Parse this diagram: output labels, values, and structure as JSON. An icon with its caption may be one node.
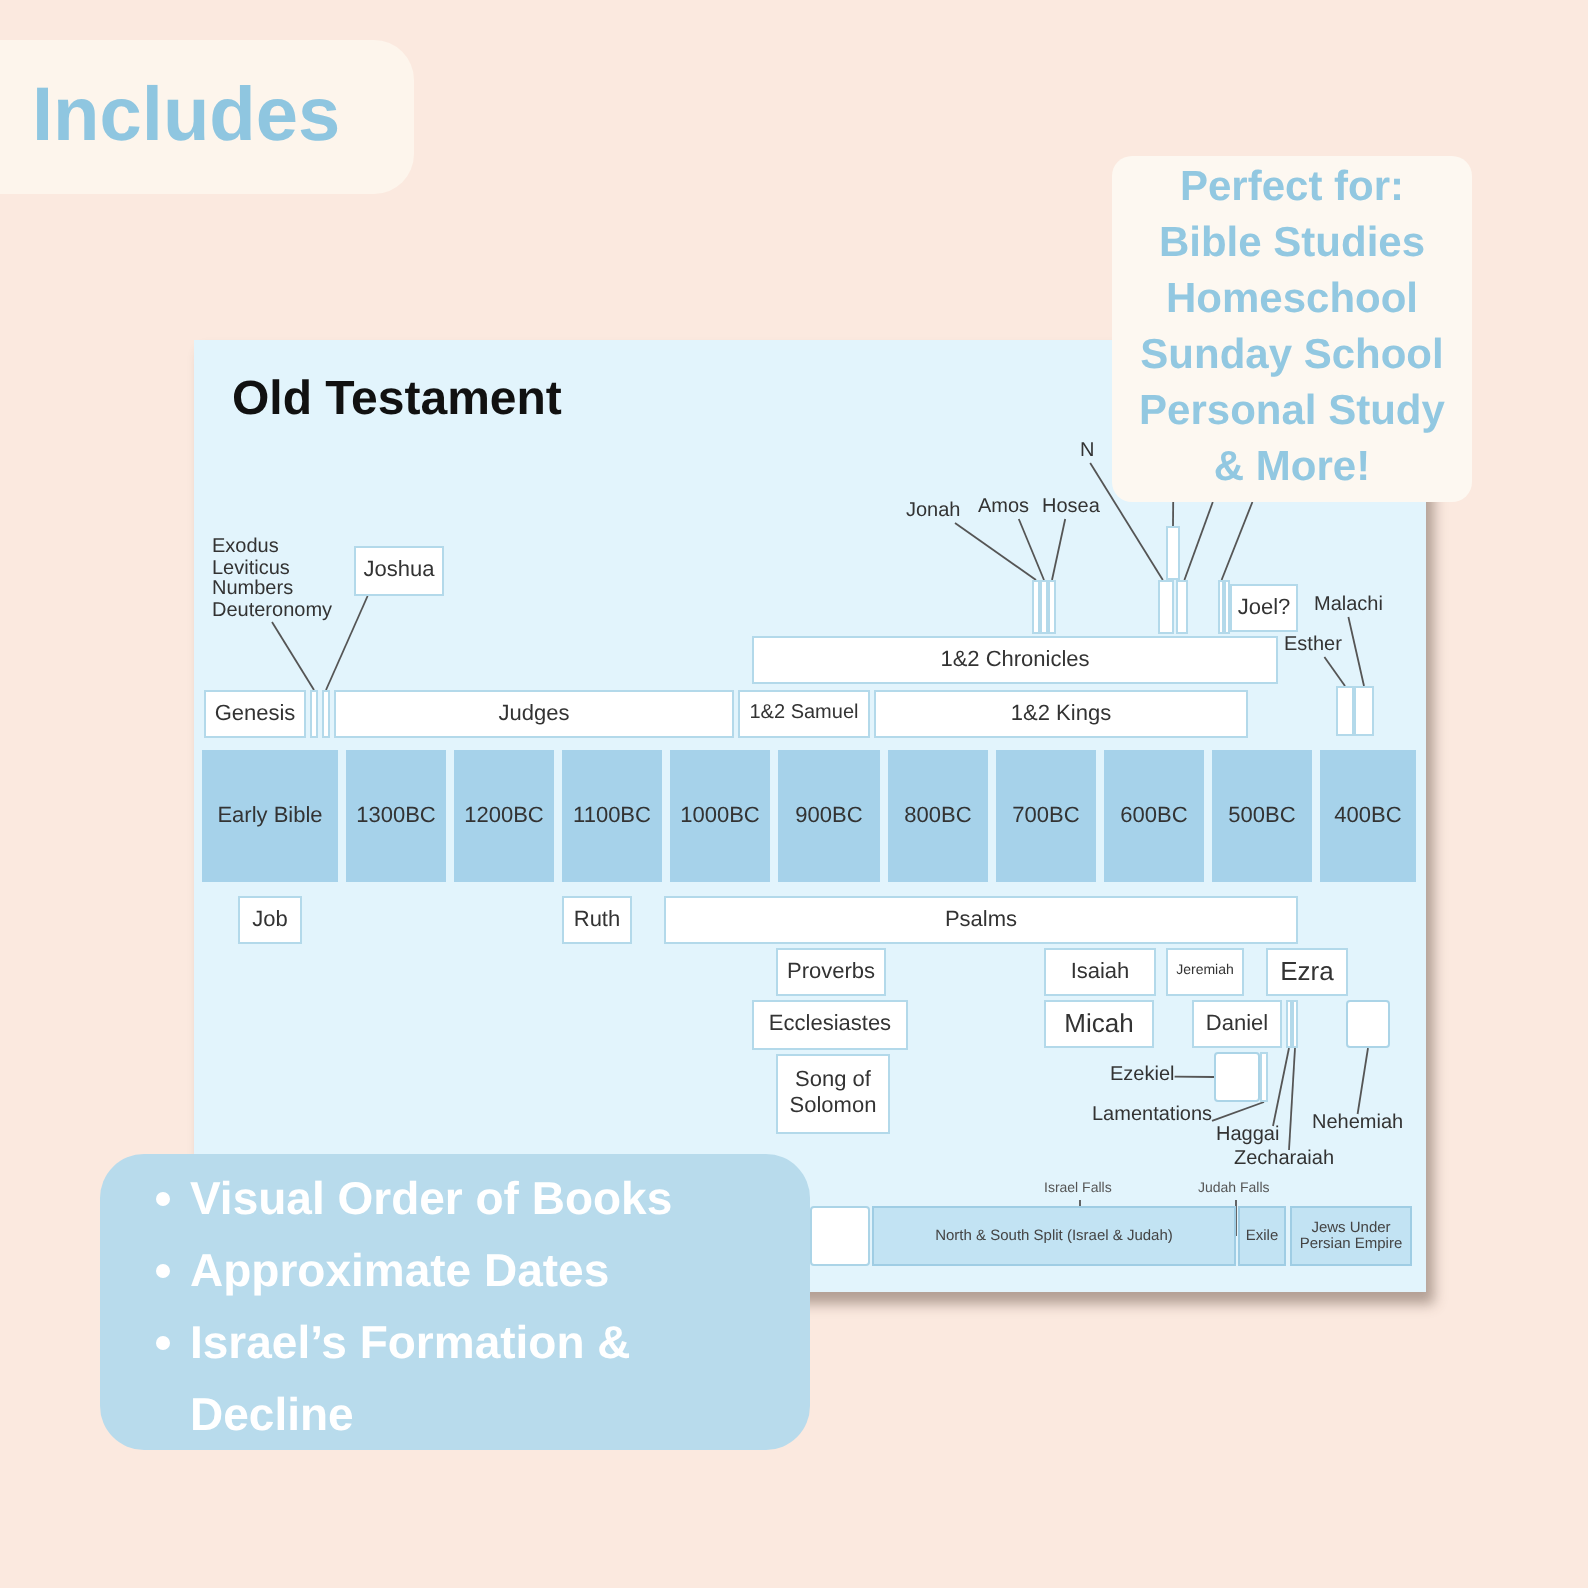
{
  "diagram": {
    "nodes": [
      {
        "text": [
          "Includes"
        ]
      },
      {
        "text": [
          "Perfect for:",
          "Bible Studies",
          "Homeschool",
          "Sunday School",
          "Personal Study",
          "& More!"
        ]
      },
      {
        "text": [
          "Old Testament"
        ]
      },
      {
        "text": [
          "N"
        ],
        "in": 2
      },
      {
        "text": [
          "Jonah"
        ],
        "in": 2
      },
      {
        "text": [
          "Amos"
        ],
        "in": 2
      },
      {
        "text": [
          "Hosea"
        ],
        "in": 2
      },
      {
        "text": [
          "Exodus",
          "Leviticus",
          "Numbers",
          "Deuteronomy"
        ],
        "in": 2
      },
      {
        "text": [
          "Joshua"
        ],
        "in": 2
      },
      {
        "text": [],
        "shape": "bar",
        "in": 2
      },
      {
        "text": [],
        "shape": "bar",
        "in": 2
      },
      {
        "text": [],
        "shape": "bar",
        "in": 2
      },
      {
        "text": [],
        "shape": "bar",
        "in": 2
      },
      {
        "text": [],
        "shape": "bar",
        "in": 2
      },
      {
        "text": [],
        "shape": "bar",
        "in": 2
      },
      {
        "text": [],
        "shape": "bar",
        "in": 2
      },
      {
        "text": [],
        "shape": "bar",
        "in": 2
      },
      {
        "text": [
          "Joel?"
        ],
        "in": 2
      },
      {
        "text": [
          "Malachi"
        ],
        "in": 2
      },
      {
        "text": [
          "1&2 Chronicles"
        ],
        "in": 2
      },
      {
        "text": [
          "Esther"
        ],
        "in": 2
      },
      {
        "text": [
          "Genesis"
        ],
        "in": 2
      },
      {
        "text": [],
        "shape": "bar",
        "in": 2
      },
      {
        "text": [],
        "shape": "bar",
        "in": 2
      },
      {
        "text": [
          "Judges"
        ],
        "in": 2
      },
      {
        "text": [
          "1&2 Samuel"
        ],
        "in": 2
      },
      {
        "text": [
          "1&2 Kings"
        ],
        "in": 2
      },
      {
        "text": [],
        "shape": "bar",
        "in": 2
      },
      {
        "text": [],
        "shape": "bar",
        "in": 2
      },
      {
        "text": [
          "Early Bible"
        ],
        "in": 2
      },
      {
        "text": [
          "1300BC"
        ],
        "in": 2
      },
      {
        "text": [
          "1200BC"
        ],
        "in": 2
      },
      {
        "text": [
          "1100BC"
        ],
        "in": 2
      },
      {
        "text": [
          "1000BC"
        ],
        "in": 2
      },
      {
        "text": [
          "900BC"
        ],
        "in": 2
      },
      {
        "text": [
          "800BC"
        ],
        "in": 2
      },
      {
        "text": [
          "700BC"
        ],
        "in": 2
      },
      {
        "text": [
          "600BC"
        ],
        "in": 2
      },
      {
        "text": [
          "500BC"
        ],
        "in": 2
      },
      {
        "text": [
          "400BC"
        ],
        "in": 2
      },
      {
        "text": [
          "Job"
        ],
        "in": 2
      },
      {
        "text": [
          "Ruth"
        ],
        "in": 2
      },
      {
        "text": [
          "Psalms"
        ],
        "in": 2
      },
      {
        "text": [
          "Proverbs"
        ],
        "in": 2
      },
      {
        "text": [
          "Isaiah"
        ],
        "in": 2
      },
      {
        "text": [
          "Jeremiah"
        ],
        "in": 2
      },
      {
        "text": [
          "Ezra"
        ],
        "in": 2
      },
      {
        "text": [
          "Ecclesiastes"
        ],
        "in": 2
      },
      {
        "text": [
          "Micah"
        ],
        "in": 2
      },
      {
        "text": [
          "Daniel"
        ],
        "in": 2
      },
      {
        "text": [],
        "shape": "bar",
        "in": 2
      },
      {
        "text": [],
        "shape": "bar",
        "in": 2
      },
      {
        "text": [],
        "shape": "box",
        "in": 2
      },
      {
        "text": [
          "Song of Solomon"
        ],
        "in": 2
      },
      {
        "text": [
          "Ezekiel"
        ],
        "in": 2
      },
      {
        "text": [],
        "shape": "box",
        "in": 2
      },
      {
        "text": [],
        "shape": "bar",
        "in": 2
      },
      {
        "text": [
          "Lamentations"
        ],
        "in": 2
      },
      {
        "text": [
          "Nehemiah"
        ],
        "in": 2
      },
      {
        "text": [
          "Haggai"
        ],
        "in": 2
      },
      {
        "text": [
          "Zecharaiah"
        ],
        "in": 2
      },
      {
        "text": [],
        "shape": "box",
        "in": 2
      },
      {
        "text": [
          "North & South Split (Israel & Judah)"
        ],
        "in": 2
      },
      {
        "text": [
          "Exile"
        ],
        "in": 2
      },
      {
        "text": [
          "Jews Under Persian Empire"
        ],
        "in": 2
      },
      {
        "text": [
          "Visual Order of Books",
          "Approximate Dates",
          "Israel’s Formation & Decline"
        ]
      }
    ],
    "edges": [
      {
        "from": 7,
        "to": 22,
        "arrow": "none"
      },
      {
        "from": 8,
        "to": 23,
        "arrow": "none"
      },
      {
        "from": 4,
        "to": 10,
        "arrow": "none"
      },
      {
        "from": 5,
        "to": 11,
        "arrow": "none"
      },
      {
        "from": 6,
        "to": 12,
        "arrow": "none"
      },
      {
        "from": 3,
        "to": 13,
        "arrow": "none"
      },
      {
        "from": 1,
        "to": 9,
        "arrow": "none"
      },
      {
        "from": 1,
        "to": 14,
        "arrow": "none"
      },
      {
        "from": 1,
        "to": 15,
        "arrow": "none"
      },
      {
        "from": 20,
        "to": 27,
        "arrow": "none"
      },
      {
        "from": 18,
        "to": 28,
        "arrow": "none"
      },
      {
        "from": 54,
        "to": 55,
        "arrow": "none"
      },
      {
        "from": 57,
        "to": 56,
        "arrow": "none"
      },
      {
        "from": 59,
        "to": 50,
        "arrow": "none"
      },
      {
        "from": 60,
        "to": 51,
        "arrow": "none"
      },
      {
        "from": 58,
        "to": 52,
        "arrow": "none"
      }
    ],
    "labels": [
      "Israel Falls",
      "Judah Falls"
    ]
  }
}
